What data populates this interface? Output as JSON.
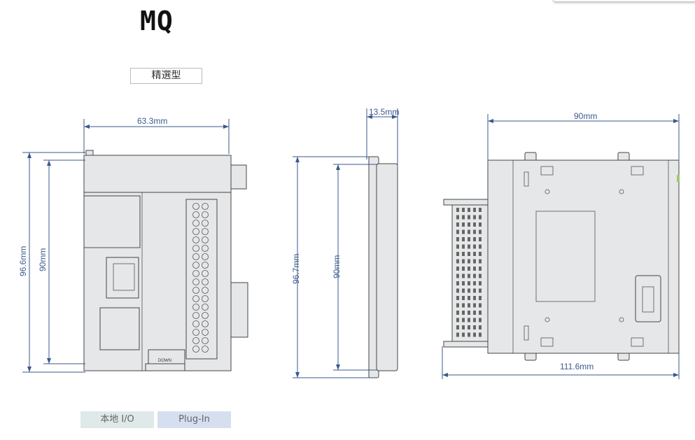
{
  "title": "MQ",
  "variant_label": "精選型",
  "front_view": {
    "width": "63.3mm",
    "height_total": "96.6mm",
    "height_body": "90mm",
    "connector_label": "DOWN"
  },
  "side_view": {
    "depth": "13.5mm",
    "height_total": "96.7mm",
    "height_body": "90mm"
  },
  "top_view": {
    "width": "90mm",
    "depth_total": "111.6mm"
  },
  "tabs": [
    {
      "label": "本地 I/O"
    },
    {
      "label": "Plug-In"
    }
  ],
  "colors": {
    "dimension": "#3a5a8c",
    "tab_local": "#dfe9e9",
    "tab_plugin": "#d6dff0"
  }
}
